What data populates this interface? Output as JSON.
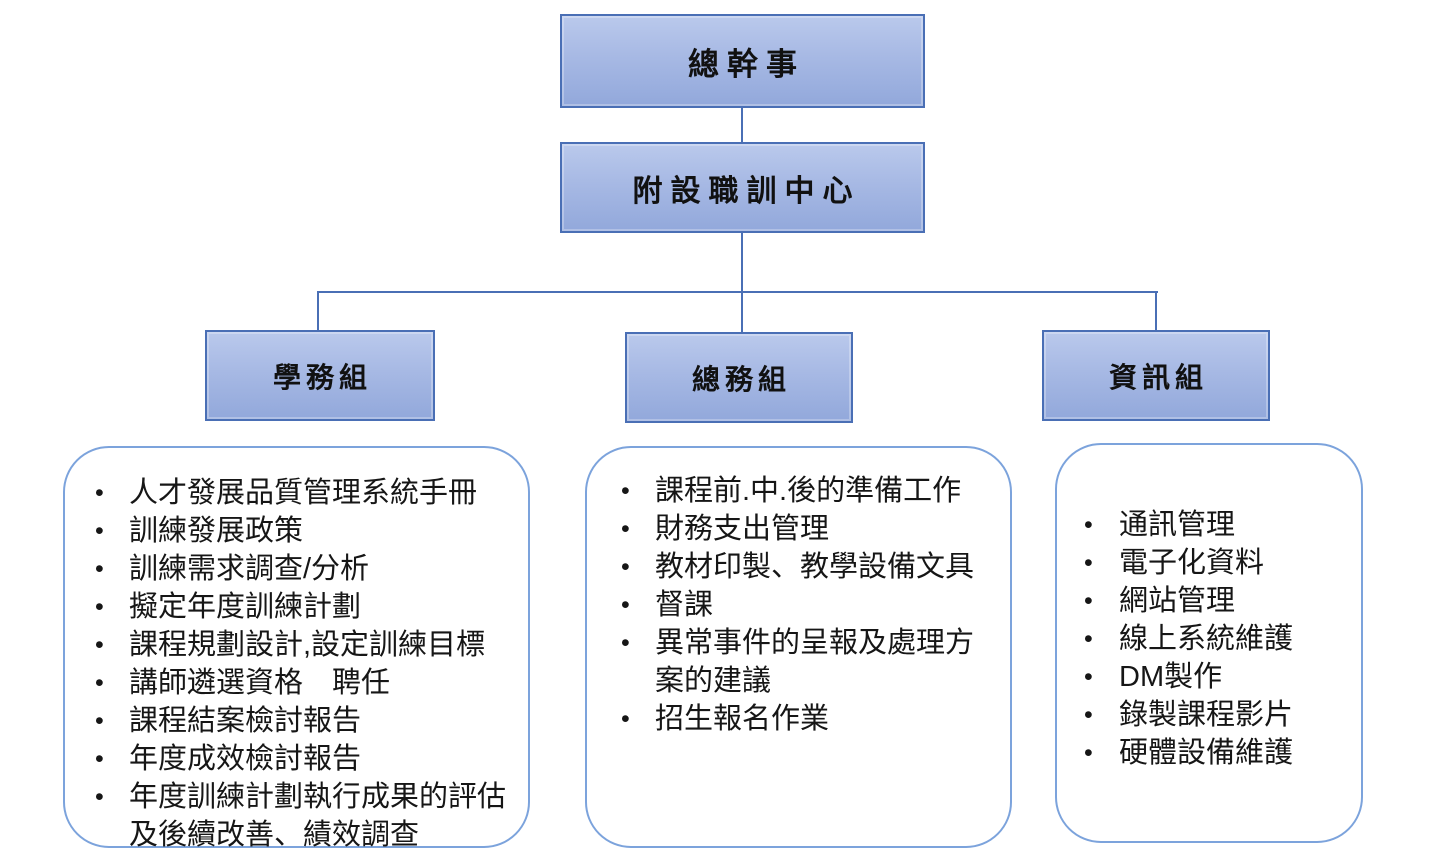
{
  "org_chart": {
    "root": {
      "label": "總幹事"
    },
    "center": {
      "label": "附設職訓中心"
    },
    "groups": [
      {
        "label": "學務組",
        "tasks": [
          "人才發展品質管理系統手冊",
          "訓練發展政策",
          "訓練需求調查/分析",
          "擬定年度訓練計劃",
          "課程規劃設計,設定訓練目標",
          "講師遴選資格　聘任",
          "課程結案檢討報告",
          "年度成效檢討報告",
          "年度訓練計劃執行成果的評估及後續改善、績效調查"
        ]
      },
      {
        "label": "總務組",
        "tasks": [
          "課程前.中.後的準備工作",
          "財務支出管理",
          "教材印製、教學設備文具",
          "督課",
          "異常事件的呈報及處理方案的建議",
          "招生報名作業"
        ]
      },
      {
        "label": "資訊組",
        "tasks": [
          "通訊管理",
          "電子化資料",
          "網站管理",
          "線上系統維護",
          "DM製作",
          "錄製課程影片",
          "硬體設備維護"
        ]
      }
    ],
    "colors": {
      "node_fill_top": "#bac9ec",
      "node_fill_bottom": "#92a8db",
      "node_border": "#4a6fb5",
      "connector": "#4a6fb5",
      "panel_border": "#7ca3dc",
      "text": "#111111",
      "background": "#ffffff"
    }
  }
}
